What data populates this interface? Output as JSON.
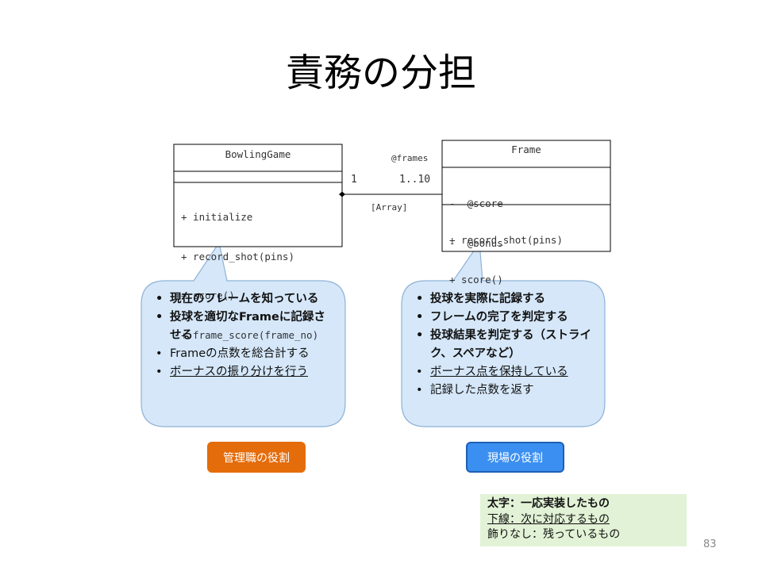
{
  "title": "責務の分担",
  "classes": {
    "bowling_game": {
      "name": "BowlingGame",
      "attributes": [],
      "methods": [
        "+ initialize",
        "+ record_shot(pins)",
        "+ score()",
        "+ frame_score(frame_no)"
      ]
    },
    "frame": {
      "name": "Frame",
      "attributes": [
        "-  @score",
        "-  @bonus"
      ],
      "methods": [
        "+ record_shot(pins)",
        "+ score()"
      ]
    }
  },
  "association": {
    "role": "@frames",
    "left_multiplicity": "1",
    "right_multiplicity": "1..10",
    "type_label": "[Array]"
  },
  "bubbles": {
    "left": [
      {
        "text": "現在のフレームを知っている",
        "style": "bold"
      },
      {
        "text": "投球を適切なFrameに記録させる",
        "style": "bold"
      },
      {
        "text": "Frameの点数を総合計する",
        "style": "plain"
      },
      {
        "text": "ボーナスの振り分けを行う",
        "style": "underline"
      }
    ],
    "right": [
      {
        "text": "投球を実際に記録する",
        "style": "bold"
      },
      {
        "text": "フレームの完了を判定する",
        "style": "bold"
      },
      {
        "text": "投球結果を判定する（ストライク、スペアなど）",
        "style": "bold"
      },
      {
        "text": "ボーナス点を保持している",
        "style": "underline"
      },
      {
        "text": "記録した点数を返す",
        "style": "plain"
      }
    ]
  },
  "roles": {
    "manager": {
      "label": "管理職の役割",
      "color": "#e46c0a"
    },
    "field": {
      "label": "現場の役割",
      "color": "#3b8ff0",
      "border": "#1e5fb4"
    }
  },
  "legend": {
    "bold": "太字：一応実装したもの",
    "underline": "下線：次に対応するもの",
    "plain": "飾りなし：残っているもの"
  },
  "colors": {
    "bubble_fill": "#d5e7f9",
    "bubble_stroke": "#8fb2d6",
    "legend_fill": "#e2f2d6"
  },
  "page_number": "83"
}
